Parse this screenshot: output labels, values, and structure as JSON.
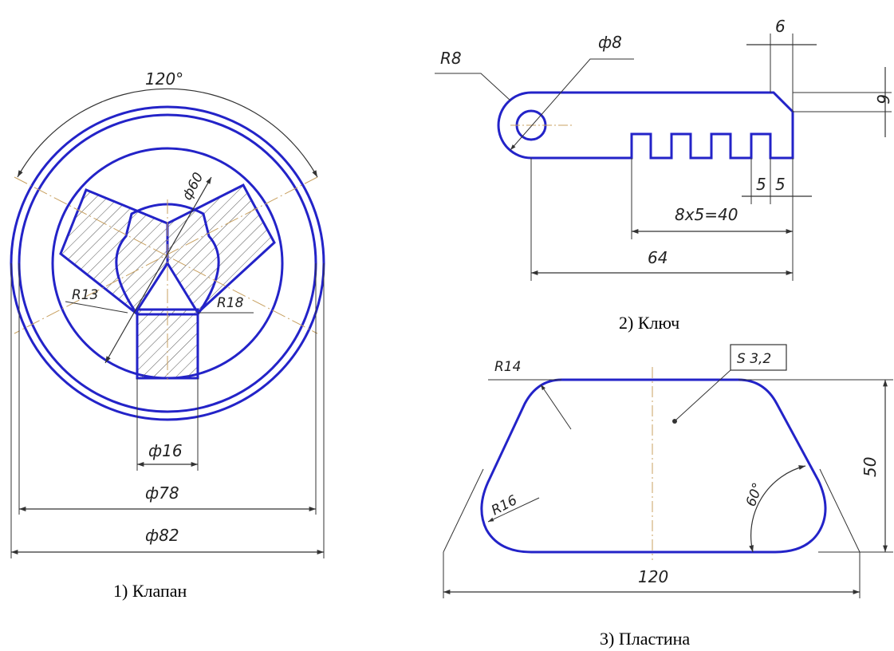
{
  "colors": {
    "contour": "#2323c8",
    "dimension": "#333333",
    "axis": "#c8a060",
    "hatch": "#555555"
  },
  "valve": {
    "caption": "1) Клапан",
    "angle_label": "120°",
    "dia_inner_label": "ф60",
    "r13_label": "R13",
    "r18_label": "R18",
    "dia16_label": "ф16",
    "dia78_label": "ф78",
    "dia82_label": "ф82"
  },
  "key": {
    "caption": "2) Ключ",
    "r8_label": "R8",
    "dia8_label": "ф8",
    "top6_label": "6",
    "side6_label": "6",
    "slot5a_label": "5",
    "slot5b_label": "5",
    "teeth_label": "8x5=40",
    "len64_label": "64"
  },
  "plate": {
    "caption": "3) Пластина",
    "r14_label": "R14",
    "r16_label": "R16",
    "thickness_label": "S 3,2",
    "angle_label": "60°",
    "height_label": "50",
    "width_label": "120"
  }
}
